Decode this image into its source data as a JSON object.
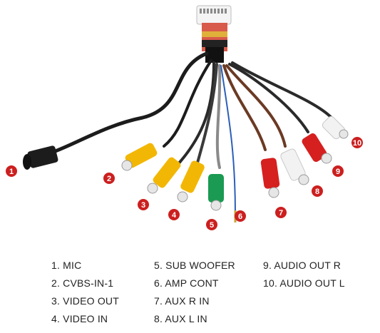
{
  "callouts": [
    {
      "num": "1",
      "color": "#cc1f1f"
    },
    {
      "num": "2",
      "color": "#cc1f1f"
    },
    {
      "num": "3",
      "color": "#cc1f1f"
    },
    {
      "num": "4",
      "color": "#cc1f1f"
    },
    {
      "num": "5",
      "color": "#cc1f1f"
    },
    {
      "num": "6",
      "color": "#cc1f1f"
    },
    {
      "num": "7",
      "color": "#cc1f1f"
    },
    {
      "num": "8",
      "color": "#cc1f1f"
    },
    {
      "num": "9",
      "color": "#cc1f1f"
    },
    {
      "num": "10",
      "color": "#cc1f1f"
    }
  ],
  "legend": {
    "col1": [
      "1. MIC",
      "2. CVBS-IN-1",
      "3. VIDEO OUT",
      "4. VIDEO IN"
    ],
    "col2": [
      "5. SUB WOOFER",
      "6. AMP CONT",
      "7. AUX R IN",
      "8. AUX L IN"
    ],
    "col3": [
      "9. AUDIO OUT R",
      "10. AUDIO OUT L"
    ]
  },
  "colors": {
    "yellow": "#f2b705",
    "green": "#1a9a52",
    "red": "#d61f1f",
    "white": "#f2f2f2",
    "black_cable": "#1c1c1c",
    "badge": "#cc1f1f"
  }
}
